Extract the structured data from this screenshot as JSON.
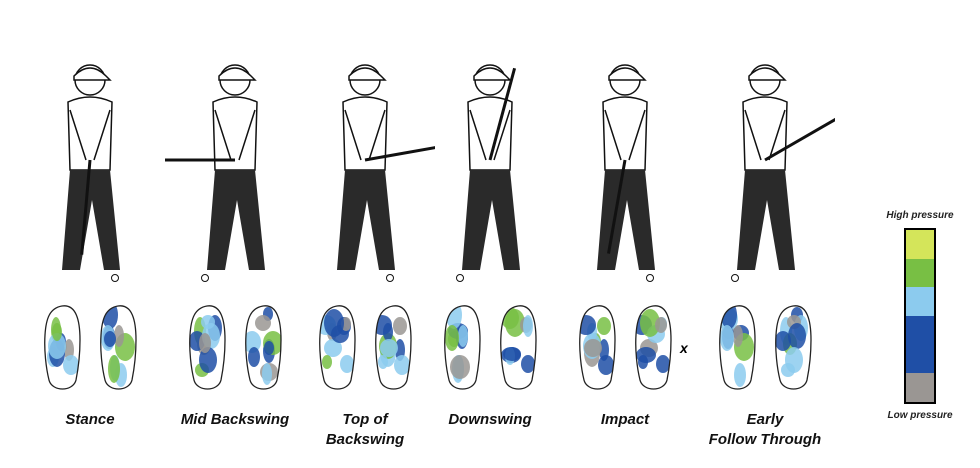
{
  "phases": [
    {
      "label_lines": [
        "Stance"
      ],
      "club_angle": 95
    },
    {
      "label_lines": [
        "Mid Backswing"
      ],
      "club_angle": 180
    },
    {
      "label_lines": [
        "Top of",
        "Backswing"
      ],
      "club_angle": -10
    },
    {
      "label_lines": [
        "Downswing"
      ],
      "club_angle": -75
    },
    {
      "label_lines": [
        "Impact"
      ],
      "club_angle": 100
    },
    {
      "label_lines": [
        "Early",
        "Follow Through"
      ],
      "club_angle": -30
    }
  ],
  "impact_marker": "x",
  "legend": {
    "high_label": "High pressure",
    "low_label": "Low pressure",
    "colors": [
      "#d4e55a",
      "#78bf44",
      "#8ccbee",
      "#1f4fa6",
      "#1f4fa6",
      "#9a9693"
    ]
  }
}
